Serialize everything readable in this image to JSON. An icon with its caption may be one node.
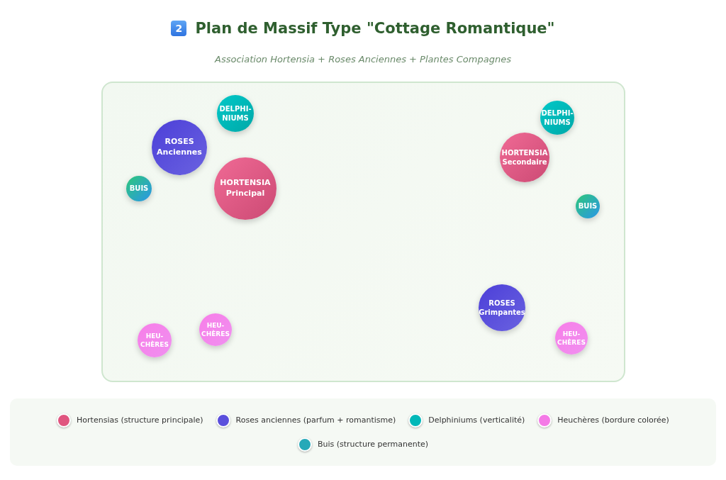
{
  "diagram": {
    "title": "Plan de Massif Type \"Cottage Romantique\"",
    "nodes": [
      {
        "text": [],
        "shape": "box"
      },
      {
        "text": [
          "DELPHI- NIUMS"
        ],
        "in": 0
      },
      {
        "text": [
          "DELPHI- NIUMS"
        ],
        "in": 0
      },
      {
        "text": [
          "ROSES",
          "Anciennes"
        ],
        "in": 0
      },
      {
        "text": [
          "HORTENSIA",
          "Secondaire"
        ],
        "in": 0
      },
      {
        "text": [
          "HORTENSIA",
          "Principal"
        ],
        "in": 0
      },
      {
        "text": [
          "BUIS"
        ],
        "in": 0
      },
      {
        "text": [
          "BUIS"
        ],
        "in": 0
      },
      {
        "text": [
          "ROSES",
          "Grimpantes"
        ],
        "in": 0
      },
      {
        "text": [
          "HEU- CHÈRES"
        ],
        "in": 0
      },
      {
        "text": [
          "HEU- CHÈRES"
        ],
        "in": 0
      },
      {
        "text": [
          "HEU- CHÈRES"
        ],
        "in": 0
      }
    ],
    "edges": [],
    "labels": [
      "2",
      "Association Hortensia + Roses Anciennes + Plantes Compagnes"
    ],
    "legend": [
      {
        "text": "Hortensias (structure principale)",
        "color": "#e0557f"
      },
      {
        "text": "Roses anciennes (parfum + romantisme)",
        "color": "#5a4fdc"
      },
      {
        "text": "Delphiniums (verticalité)",
        "color": "#00b8b8"
      },
      {
        "text": "Heuchères (bordure colorée)",
        "color": "#f47ae6"
      },
      {
        "text": "Buis (structure permanente)",
        "color": "#26a9b8"
      }
    ]
  }
}
